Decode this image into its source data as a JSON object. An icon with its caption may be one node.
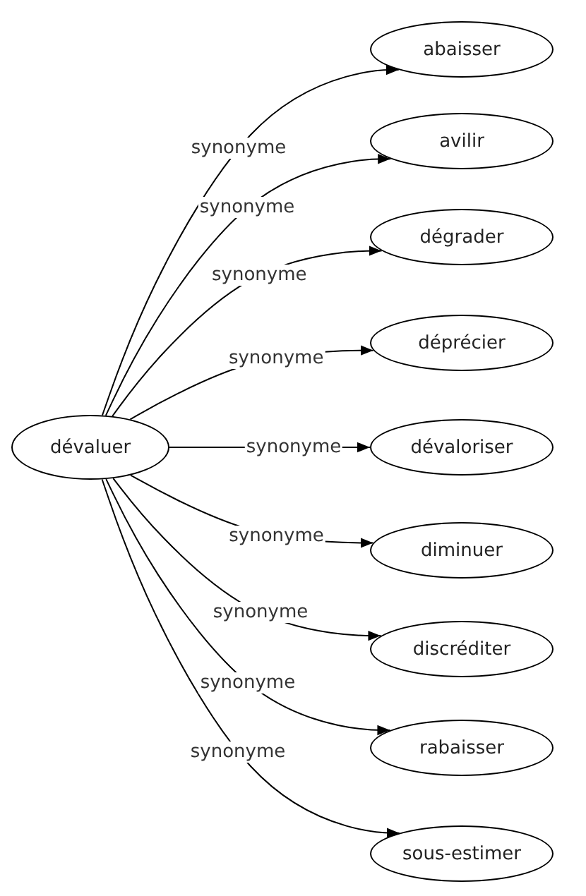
{
  "diagram": {
    "nodes": [
      {
        "text": [
          "dévaluer"
        ]
      },
      {
        "text": [
          "abaisser"
        ]
      },
      {
        "text": [
          "avilir"
        ]
      },
      {
        "text": [
          "dégrader"
        ]
      },
      {
        "text": [
          "déprécier"
        ]
      },
      {
        "text": [
          "dévaloriser"
        ]
      },
      {
        "text": [
          "diminuer"
        ]
      },
      {
        "text": [
          "discréditer"
        ]
      },
      {
        "text": [
          "rabaisser"
        ]
      },
      {
        "text": [
          "sous-estimer"
        ]
      }
    ],
    "edges": [
      {
        "from": 0,
        "to": 1,
        "arrow": "to",
        "label": "synonyme"
      },
      {
        "from": 0,
        "to": 2,
        "arrow": "to",
        "label": "synonyme"
      },
      {
        "from": 0,
        "to": 3,
        "arrow": "to",
        "label": "synonyme"
      },
      {
        "from": 0,
        "to": 4,
        "arrow": "to",
        "label": "synonyme"
      },
      {
        "from": 0,
        "to": 5,
        "arrow": "to",
        "label": "synonyme"
      },
      {
        "from": 0,
        "to": 6,
        "arrow": "to",
        "label": "synonyme"
      },
      {
        "from": 0,
        "to": 7,
        "arrow": "to",
        "label": "synonyme"
      },
      {
        "from": 0,
        "to": 8,
        "arrow": "to",
        "label": "synonyme"
      },
      {
        "from": 0,
        "to": 9,
        "arrow": "to",
        "label": "synonyme"
      }
    ]
  }
}
